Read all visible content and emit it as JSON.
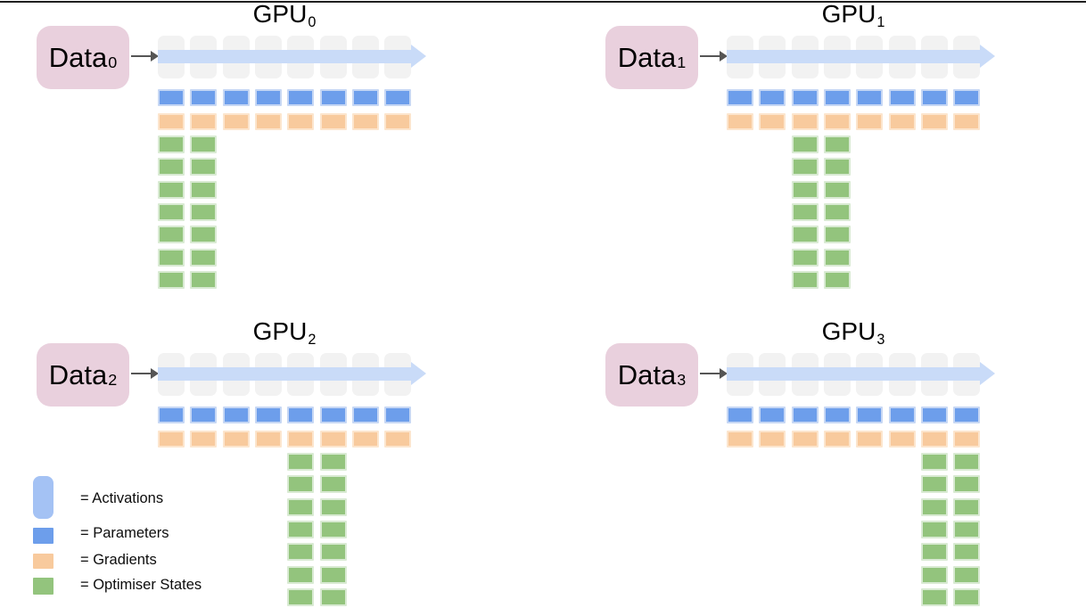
{
  "colors": {
    "activations_arrow": "#c9dbf8",
    "activations_legend": "#a4c2f4",
    "parameters": "#6d9eeb",
    "parameters_border": "#c6d7f4",
    "gradients": "#f8ca9d",
    "gradients_border": "#fce5cd",
    "optimiser": "#93c47d",
    "optimiser_border": "#d9ead3",
    "memory_cell": "#f2f2f2",
    "data_box": "#e9d0dd",
    "connector": "#555555",
    "top_line": "#1f1f1f"
  },
  "grid": {
    "columns": 8,
    "optimiser_rows": 7,
    "optimiser_columns_per_gpu": 2
  },
  "panels": [
    {
      "title": "GPU",
      "title_sub": "0",
      "data_label": "Data",
      "data_sub": "0",
      "optimiser_columns": [
        0,
        1
      ]
    },
    {
      "title": "GPU",
      "title_sub": "1",
      "data_label": "Data",
      "data_sub": "1",
      "optimiser_columns": [
        2,
        3
      ]
    },
    {
      "title": "GPU",
      "title_sub": "2",
      "data_label": "Data",
      "data_sub": "2",
      "optimiser_columns": [
        4,
        5
      ]
    },
    {
      "title": "GPU",
      "title_sub": "3",
      "data_label": "Data",
      "data_sub": "3",
      "optimiser_columns": [
        6,
        7
      ]
    }
  ],
  "legend": {
    "items": [
      {
        "label": "= Activations",
        "color": "#a4c2f4"
      },
      {
        "label": "= Parameters",
        "color": "#6d9eeb"
      },
      {
        "label": "= Gradients",
        "color": "#f8ca9d"
      },
      {
        "label": "= Optimiser States",
        "color": "#93c47d"
      }
    ]
  }
}
